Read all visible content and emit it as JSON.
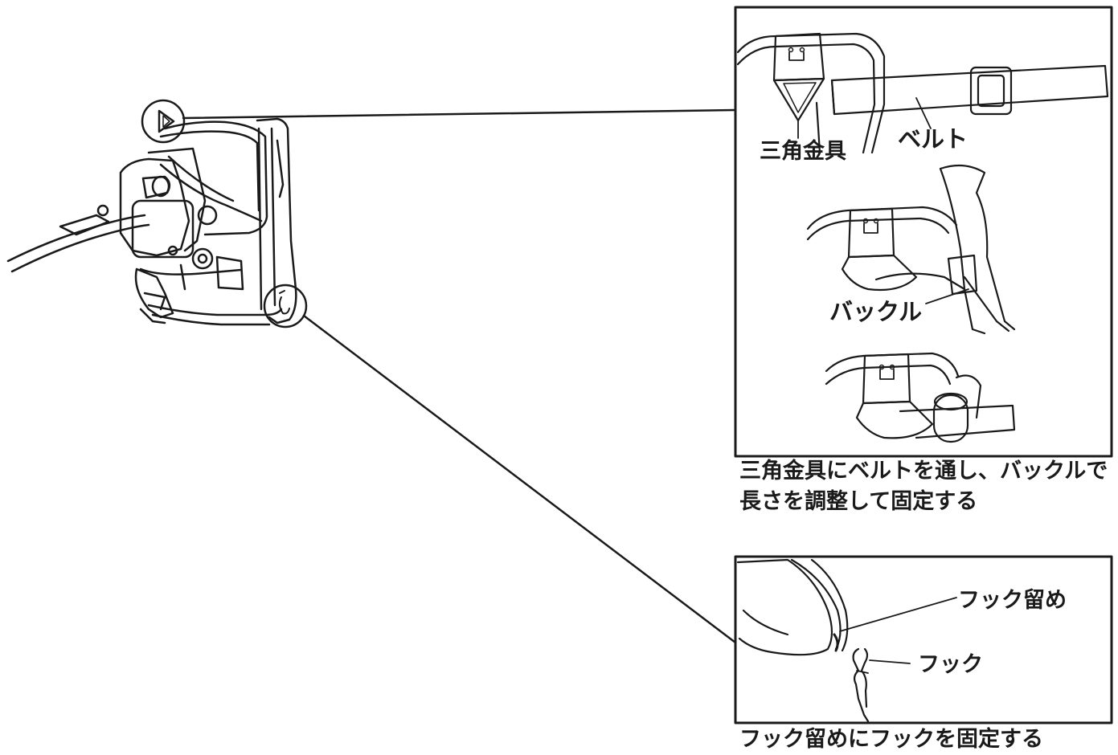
{
  "top_panel": {
    "labels": {
      "triangle_fitting": "三角金具",
      "belt": "ベルト",
      "buckle": "バックル"
    },
    "caption_line1": "三角金具にベルトを通し、バックルで",
    "caption_line2": "長さを調整して固定する"
  },
  "bottom_panel": {
    "labels": {
      "hook_stopper": "フック留め",
      "hook": "フック"
    },
    "caption": "フック留めにフックを固定する"
  },
  "colors": {
    "line": "#1a1a1a",
    "background": "#ffffff"
  }
}
